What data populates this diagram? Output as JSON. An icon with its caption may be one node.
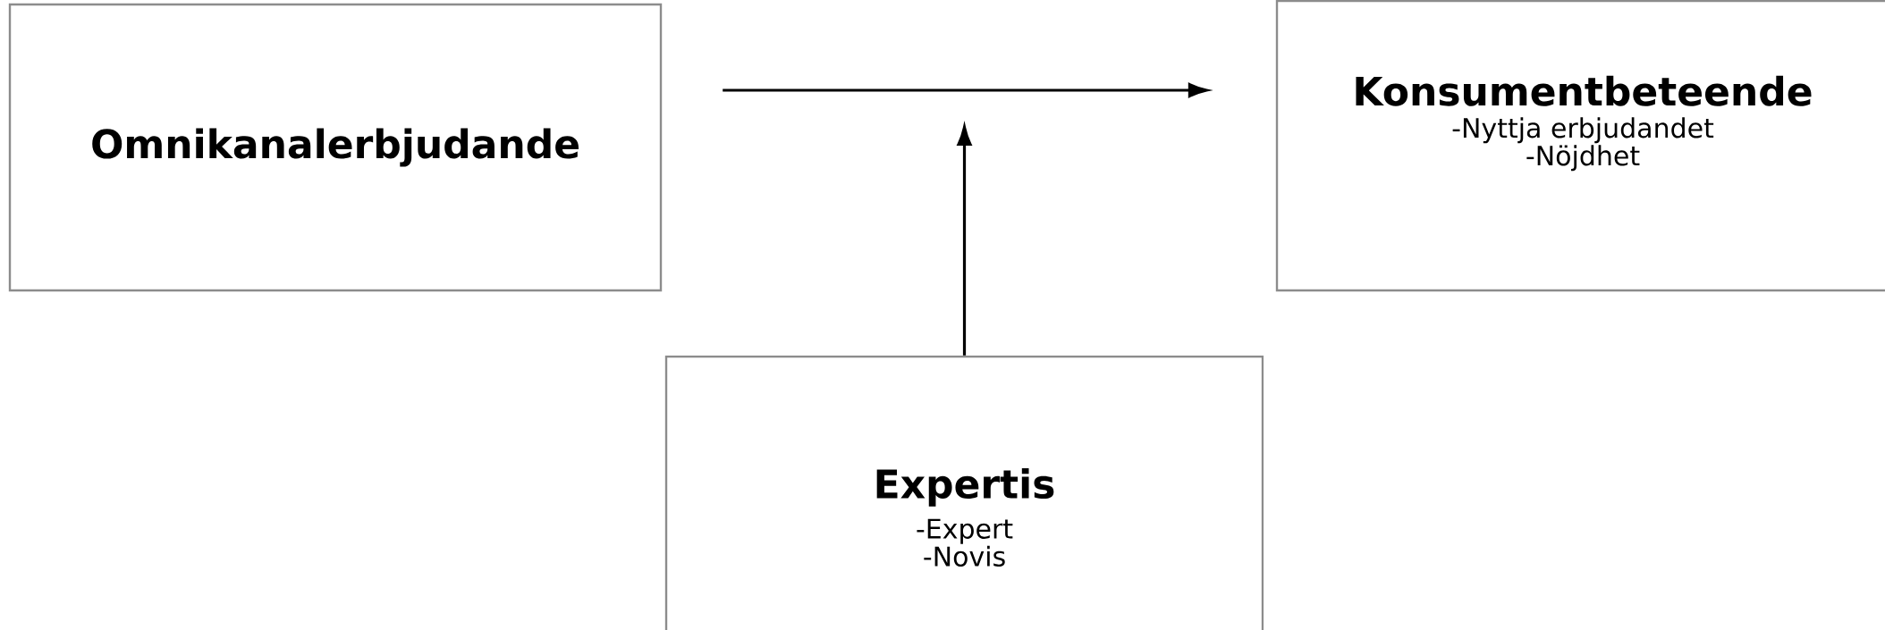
{
  "diagram": {
    "nodes": [
      {
        "text": [
          "Omnikanalerbjudande"
        ]
      },
      {
        "text": [
          "Konsumentbeteende",
          "-Nyttja erbjudandet",
          "-Nöjdhet"
        ]
      },
      {
        "text": [
          "Expertis",
          "-Expert",
          "-Novis"
        ]
      }
    ],
    "edges": [
      {
        "from": 0,
        "to": 1,
        "arrow": "to"
      },
      {
        "from": 2,
        "to": null,
        "arrow": "to"
      }
    ]
  }
}
